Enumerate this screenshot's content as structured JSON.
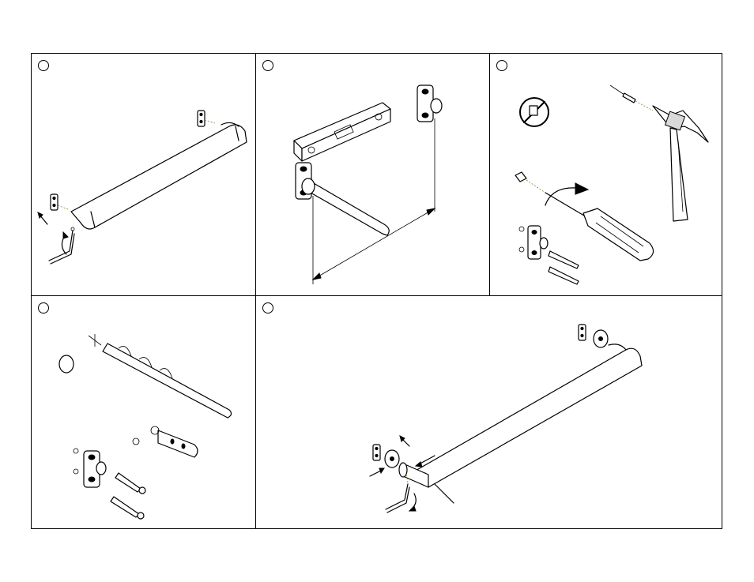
{
  "figure": {
    "panels": [
      {
        "id": "p1",
        "step_label": ""
      },
      {
        "id": "p2",
        "step_label": ""
      },
      {
        "id": "p3",
        "step_label": ""
      },
      {
        "id": "p4",
        "step_label": ""
      },
      {
        "id": "p5",
        "step_label": ""
      }
    ]
  },
  "colors": {
    "line": "#000000",
    "guide": "#6b8e23",
    "background": "#ffffff"
  },
  "icons": [
    "towel-bar",
    "wall-bracket",
    "allen-key",
    "spirit-level",
    "hammer",
    "screwdriver",
    "drill-bit",
    "wall-anchor",
    "screw",
    "washer",
    "escutcheon"
  ]
}
